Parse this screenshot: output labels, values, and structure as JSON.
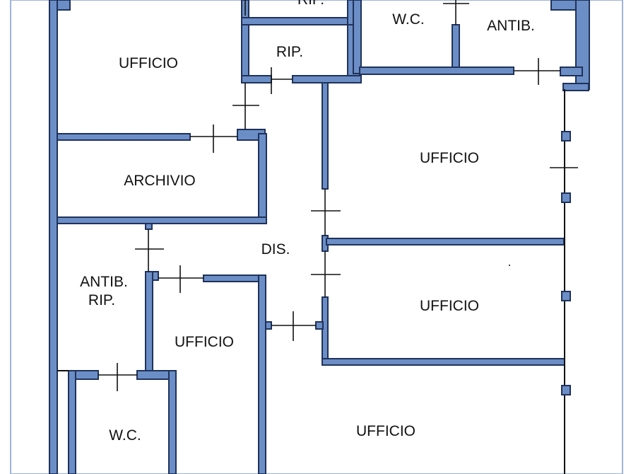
{
  "rooms": {
    "ufficio_top_left": "UFFICIO",
    "rip_top_partial": "RIP.",
    "wc_top": "W.C.",
    "antib_top": "ANTIB.",
    "rip_middle": "RIP.",
    "archivio": "ARCHIVIO",
    "ufficio_upper_right": "UFFICIO",
    "dis": "DIS.",
    "antib_rip_line1": "ANTIB.",
    "antib_rip_line2": "RIP.",
    "ufficio_middle_right": "UFFICIO",
    "ufficio_center": "UFFICIO",
    "wc_bottom": "W.C.",
    "ufficio_bottom": "UFFICIO"
  },
  "colors": {
    "wall_fill": "#6b8ec6",
    "wall_outline": "#20325a",
    "page_border": "#9fb4dc"
  }
}
